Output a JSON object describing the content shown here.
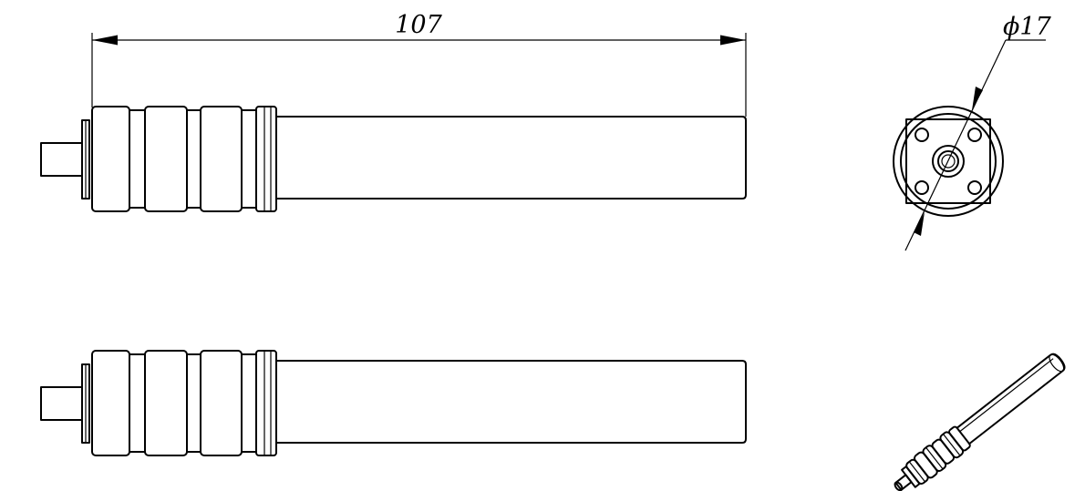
{
  "dimensions": {
    "length_label": "107",
    "diameter_label": "ϕ17"
  },
  "views": [
    "front-view",
    "bottom-view",
    "end-view",
    "isometric-view"
  ],
  "colors": {
    "line": "#000000",
    "background": "#ffffff"
  }
}
